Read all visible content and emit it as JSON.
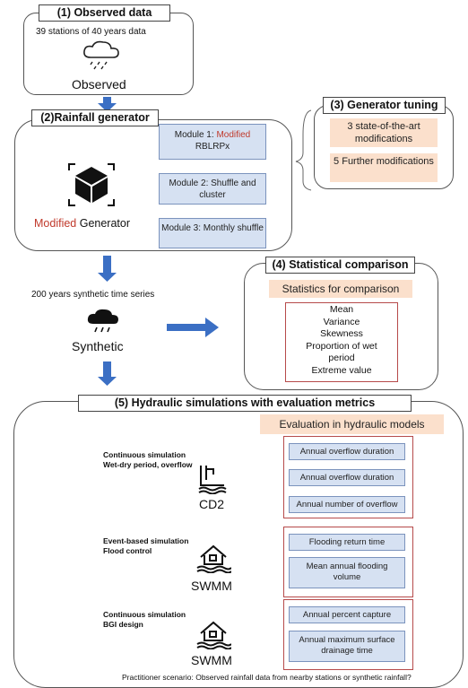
{
  "observed": {
    "header": "(1) Observed data",
    "stations_text": "39 stations of 40 years data",
    "label": "Observed"
  },
  "generator": {
    "header": "(2)Rainfall generator",
    "module1_prefix": "Module 1: ",
    "module1_highlight": "Modified",
    "module1_suffix": "RBLRPx",
    "module2": "Module 2: Shuffle and cluster",
    "module3": "Module 3: Monthly shuffle",
    "label_highlight": "Modified",
    "label_rest": " Generator"
  },
  "tuning": {
    "header": "(3) Generator tuning",
    "item1": "3 state-of-the-art modifications",
    "item2": "5 Further modifications"
  },
  "synthetic": {
    "series_text": "200 years synthetic time series",
    "label": "Synthetic"
  },
  "comparison": {
    "header": "(4) Statistical comparison",
    "stats_title": "Statistics for comparison",
    "stats": [
      "Mean",
      "Variance",
      "Skewness",
      "Proportion of wet",
      "period",
      "Extreme value"
    ]
  },
  "hydraulic": {
    "header": "(5) Hydraulic simulations with evaluation metrics",
    "eval_title": "Evaluation in hydraulic models",
    "sim1_line1": "Continuous simulation",
    "sim1_line2": "Wet-dry period, overflow",
    "model1": "CD2",
    "metric1a": "Annual overflow duration",
    "metric1b": "Annual overflow duration",
    "metric1c": "Annual number of overflow",
    "sim2_line1": "Event-based simulation",
    "sim2_line2": "Flood control",
    "model2": "SWMM",
    "metric2a": "Flooding return time",
    "metric2b_l1": "Mean annual flooding",
    "metric2b_l2": "volume",
    "sim3_line1": "Continuous simulation",
    "sim3_line2": "BGI design",
    "model3": "SWMM",
    "metric3a": "Annual percent capture",
    "metric3b_l1": "Annual maximum surface",
    "metric3b_l2": "drainage time",
    "scenario": "Practitioner scenario: Observed rainfall data from nearby stations or synthetic rainfall?"
  },
  "colors": {
    "accent_red": "#c0392b",
    "arrow_blue": "#3b6fc4",
    "peach": "#fbe0cc",
    "module_blue": "#d6e1f2"
  }
}
